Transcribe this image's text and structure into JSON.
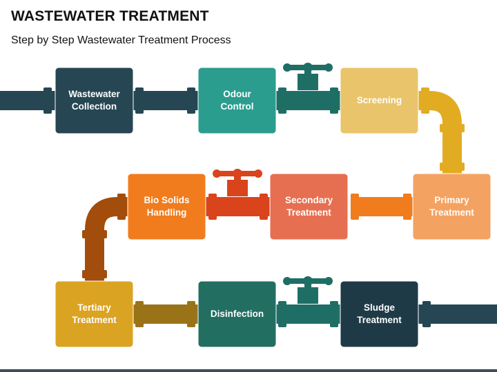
{
  "header": {
    "title": "WASTEWATER TREATMENT",
    "subtitle": "Step by Step Wastewater Treatment Process"
  },
  "steps": [
    {
      "id": "wastewater-collection",
      "label": "Wastewater\nCollection",
      "color": "#264653"
    },
    {
      "id": "odour-control",
      "label": "Odour\nControl",
      "color": "#2a9d8f"
    },
    {
      "id": "screening",
      "label": "Screening",
      "color": "#e9c46a"
    },
    {
      "id": "primary-treatment",
      "label": "Primary\nTreatment",
      "color": "#f4a261"
    },
    {
      "id": "secondary-treatment",
      "label": "Secondary\nTreatment",
      "color": "#e76f51"
    },
    {
      "id": "bio-solids-handling",
      "label": "Bio Solids\nHandling",
      "color": "#f07c1e"
    },
    {
      "id": "tertiary-treatment",
      "label": "Tertiary\nTreatment",
      "color": "#dba322"
    },
    {
      "id": "disinfection",
      "label": "Disinfection",
      "color": "#226f62"
    },
    {
      "id": "sludge-treatment",
      "label": "Sludge\nTreatment",
      "color": "#1f3a47"
    }
  ],
  "colors": {
    "dark_pipe": "#264653",
    "teal_pipe": "#2a9d8f",
    "dark_teal_pipe": "#1f6e66",
    "yellow_pipe": "#e2ac22",
    "orange_pipe": "#f07c1e",
    "red_pipe": "#d9441c",
    "brown_pipe": "#a24d0c",
    "olive_pipe": "#9a7318",
    "bar": "#3d4f5c"
  }
}
